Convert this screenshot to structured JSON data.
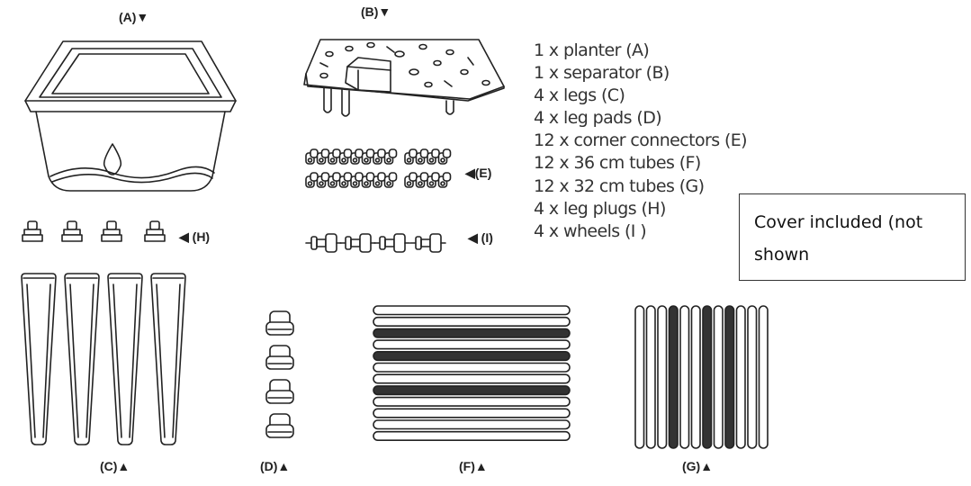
{
  "labels": {
    "a": "(A)▼",
    "b": "(B)▼",
    "c": "(C)▲",
    "d": "(D)▲",
    "e": "◀(E)",
    "f": "(F)▲",
    "g": "(G)▲",
    "h": "◀ (H)",
    "i": "◀ (I)"
  },
  "parts_list": [
    "1 x planter    (A)",
    "1 x separator (B)",
    "4 x legs (C)",
    "4 x leg pads (D)",
    "12 x corner connectors (E)",
    "12 x 36 cm tubes (F)",
    "12 x 32 cm tubes (G)",
    "4 x leg plugs (H)",
    "4 x wheels (I )"
  ],
  "cover_note": "Cover included (not shown",
  "icons": {
    "planter": "planter-icon",
    "separator": "separator-icon",
    "connectors": "corner-connector-icon",
    "wheels": "wheel-icon",
    "plugs": "leg-plug-icon",
    "legs": "leg-icon",
    "pads": "leg-pad-icon",
    "long_tubes": "tube-icon",
    "short_tubes": "tube-icon"
  },
  "colors": {
    "line": "#222222",
    "background": "#ffffff"
  }
}
